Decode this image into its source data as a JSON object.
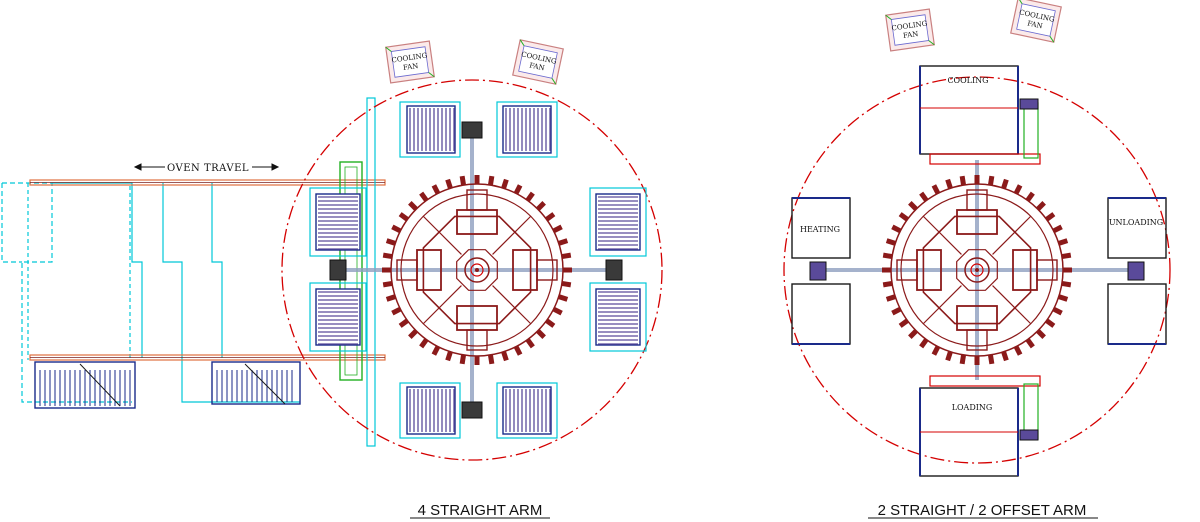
{
  "left": {
    "caption": "4 STRAIGHT ARM",
    "oven_travel_label": "OVEN TRAVEL",
    "fan_labels": [
      {
        "line1": "COOLING",
        "line2": "FAN"
      },
      {
        "line1": "COOLING",
        "line2": "FAN"
      }
    ]
  },
  "right": {
    "caption": "2 STRAIGHT / 2 OFFSET ARM",
    "fan_labels": [
      {
        "line1": "COOLING",
        "line2": "FAN"
      },
      {
        "line1": "COOLING",
        "line2": "FAN"
      }
    ],
    "stations": {
      "cooling": "COOLING",
      "heating": "HEATING",
      "unloading": "UNLOADING",
      "loading": "LOADING"
    }
  },
  "colors": {
    "envelope": "#d40000",
    "structure": "#8b1a1a",
    "mold": "#1a2a8a",
    "oven": "#00c8d8",
    "rail": "#e07040",
    "frame": "#1a1a1a",
    "green": "#22b022",
    "hatch": "#5a4a9a"
  }
}
